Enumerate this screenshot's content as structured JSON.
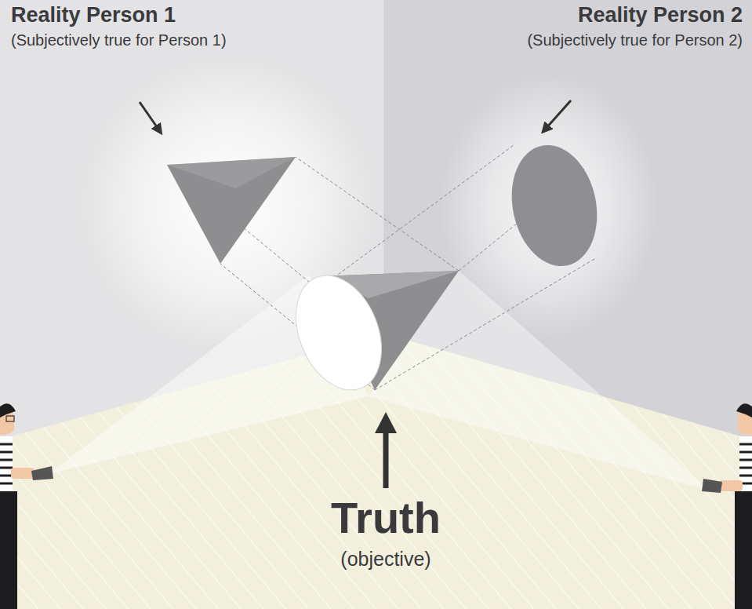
{
  "diagram": {
    "labels": [
      "Reality Person 1",
      "(Subjectively true for Person 1)",
      "Reality Person 2",
      "(Subjectively true for Person 2)",
      "Truth",
      "(objective)"
    ]
  }
}
